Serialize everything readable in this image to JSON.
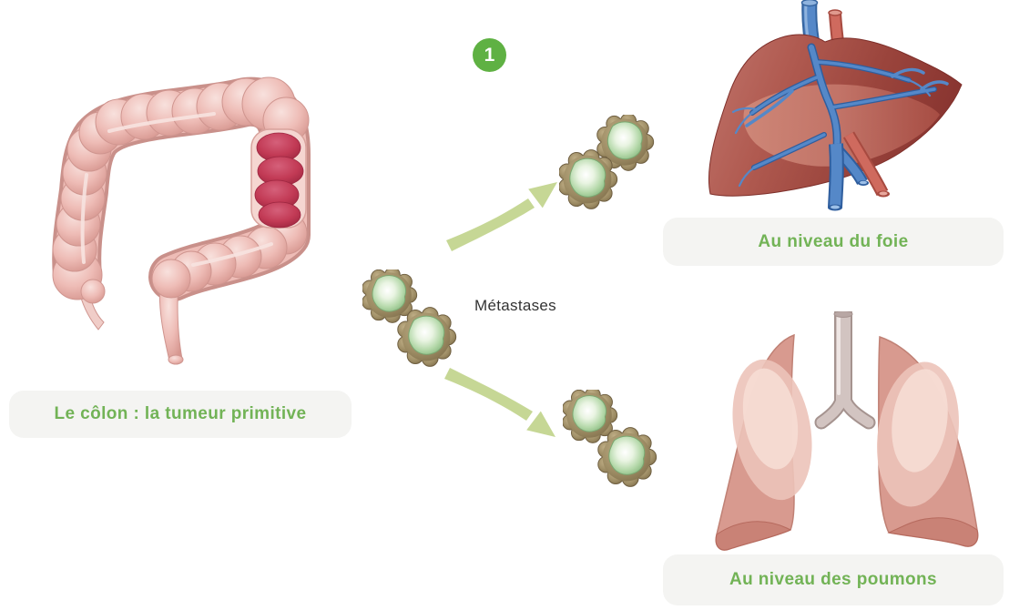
{
  "badge": {
    "number": "1"
  },
  "labels": {
    "colon": "Le côlon : la tumeur primitive",
    "metastases": "Métastases",
    "liver": "Au niveau du foie",
    "lungs": "Au niveau des poumons"
  },
  "illustrations": {
    "colon": "large-intestine-with-primary-tumor",
    "center_cells": "metastatic-cancer-cell-cluster",
    "liver_cells": "metastatic-cancer-cell-cluster",
    "lung_cells": "metastatic-cancer-cell-cluster",
    "liver": "liver-with-portal-vessels",
    "lungs": "lungs-with-trachea",
    "upper_arrow": "curved-arrow-to-liver",
    "lower_arrow": "curved-arrow-to-lungs"
  },
  "colors": {
    "accent_green": "#72b356",
    "badge_green": "#5fb143",
    "arrow_green": "#c6d795",
    "label_background": "#f4f4f2",
    "metastases_text": "#333333",
    "tumor_red": "#c23a55",
    "colon_pink": "#eebcb6",
    "liver_red": "#a84c42",
    "vessel_blue": "#4d82c4",
    "lung_pink": "#db9e93"
  }
}
